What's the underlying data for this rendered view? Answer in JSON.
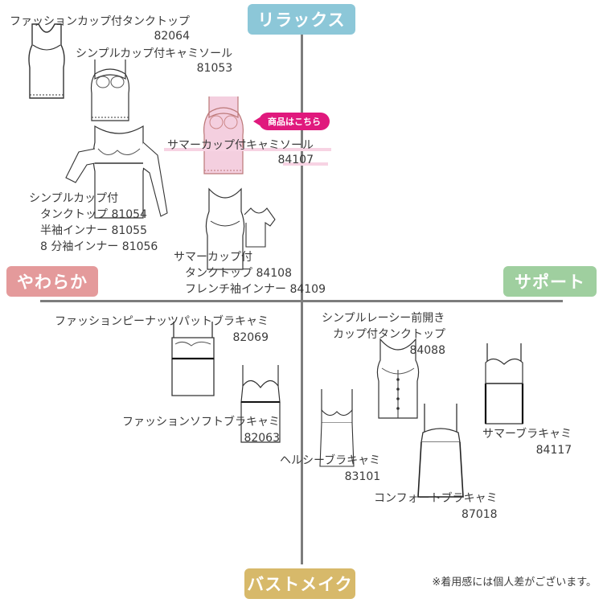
{
  "colors": {
    "relax": "#8cc7d8",
    "soft": "#e49a9b",
    "support": "#9fcf9f",
    "bust": "#d7b96a",
    "accent": "#e0197d",
    "highlight": "#f7d3e3",
    "garment_pink": "#f4cfdf",
    "axis": "#7d7d7d",
    "text": "#3a3a3a"
  },
  "axes": {
    "top": "リラックス",
    "left": "やわらか",
    "right": "サポート",
    "bottom": "バストメイク"
  },
  "callout": {
    "label": "商品はこちら"
  },
  "note": "※着用感には個人差がございます。",
  "products": [
    {
      "lines": [
        "ファッションカップ付タンクトップ",
        "82064"
      ],
      "icon": "tank-top-icon"
    },
    {
      "lines": [
        "シンプルカップ付キャミソール",
        "81053"
      ],
      "icon": "camisole-icon"
    },
    {
      "lines": [
        "サマーカップ付キャミソール",
        "84107"
      ],
      "icon": "camisole-icon",
      "featured": true
    },
    {
      "lines": [
        "シンプルカップ付",
        "タンクトップ 81054",
        "半袖インナー 81055",
        "8 分袖インナー 81056"
      ],
      "icon": "sleeved-top-icon"
    },
    {
      "lines": [
        "サマーカップ付",
        "タンクトップ 84108",
        "フレンチ袖インナー 84109"
      ],
      "icon": "tank-top-icon"
    },
    {
      "lines": [
        "ファッションピーナッツパットブラキャミ",
        "82069"
      ],
      "icon": "bra-cami-icon"
    },
    {
      "lines": [
        "シンプルレーシー前開き",
        "カップ付タンクトップ",
        "84088"
      ],
      "icon": "front-open-tank-icon"
    },
    {
      "lines": [
        "サマーブラキャミ",
        "84117"
      ],
      "icon": "bra-cami-icon"
    },
    {
      "lines": [
        "ファッションソフトブラキャミ",
        "82063"
      ],
      "icon": "bra-cami-icon"
    },
    {
      "lines": [
        "ヘルシーブラキャミ",
        "83101"
      ],
      "icon": "bra-cami-icon"
    },
    {
      "lines": [
        "コンフォートブラキャミ",
        "87018"
      ],
      "icon": "bra-cami-icon"
    }
  ]
}
